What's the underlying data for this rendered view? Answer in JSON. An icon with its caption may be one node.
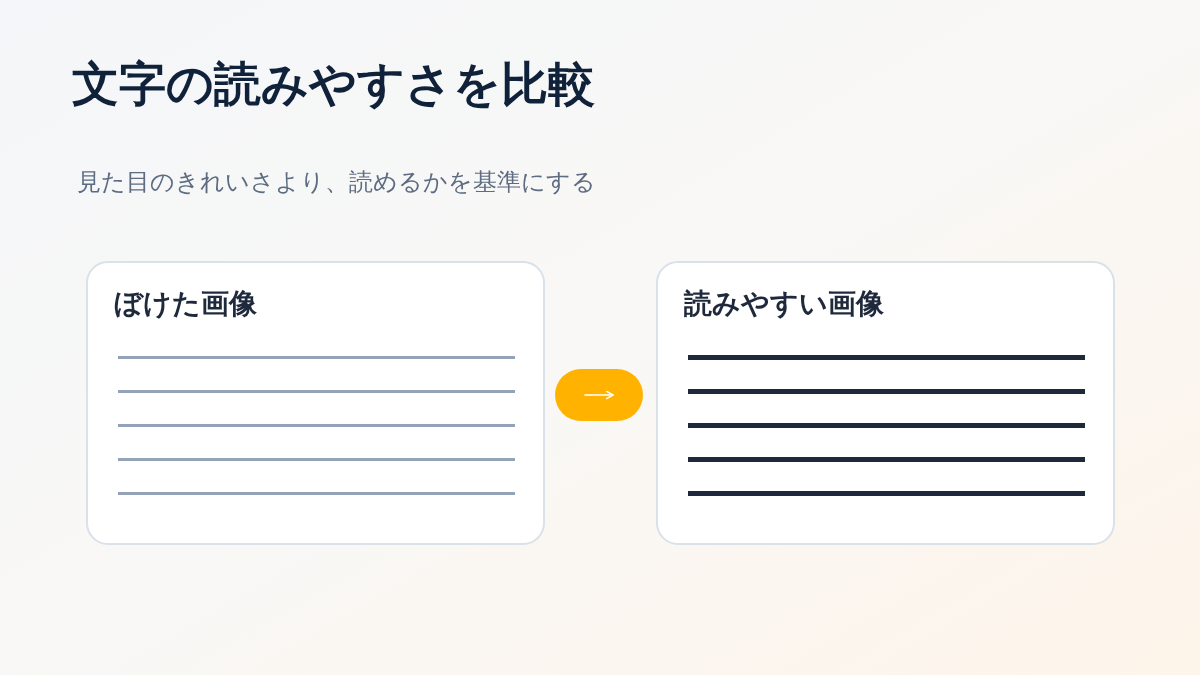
{
  "diagram": {
    "title": "文字の読みやすさを比較",
    "nodes": [
      {
        "text": [
          "ぼけた画像"
        ]
      },
      {
        "text": [
          "読みやすい画像"
        ]
      }
    ],
    "edges": [
      {
        "from": 0,
        "to": 1,
        "arrow": "to"
      }
    ],
    "labels": [
      "見た目のきれいさより、読めるかを基準にする"
    ]
  }
}
